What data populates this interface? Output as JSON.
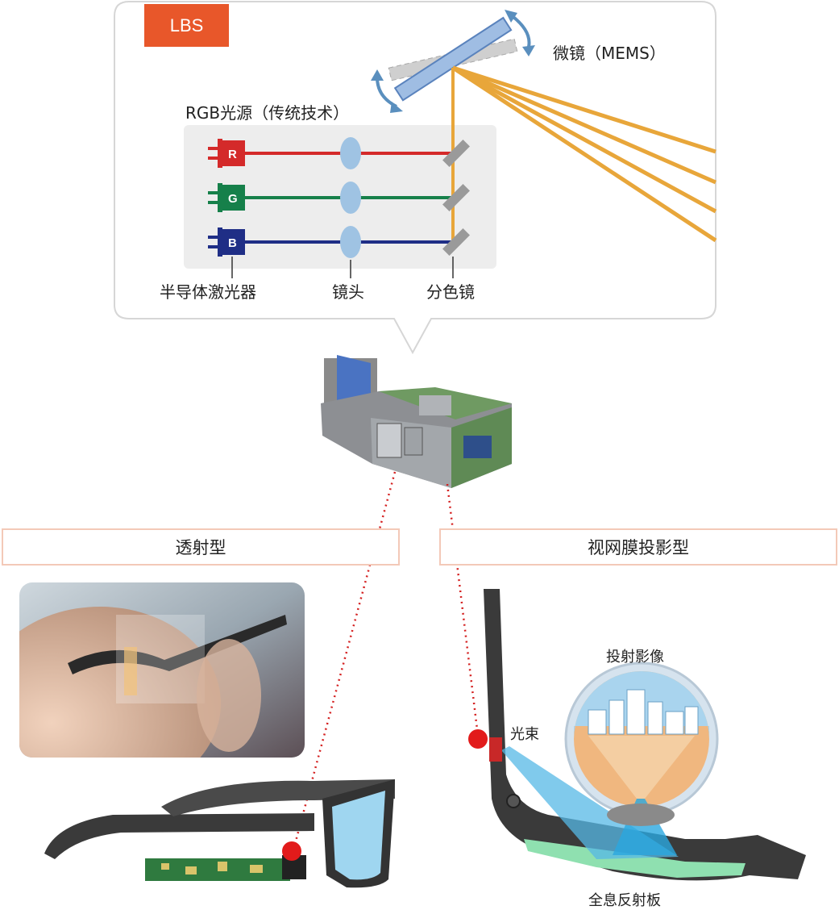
{
  "callout": {
    "badge": "LBS",
    "rgb_source_label": "RGB光源（传统技术）",
    "mems_label": "微镜（MEMS）",
    "lasers": [
      {
        "letter": "R",
        "color": "#d42a2a"
      },
      {
        "letter": "G",
        "color": "#16804a"
      },
      {
        "letter": "B",
        "color": "#1f2e86"
      }
    ],
    "bottom_labels": {
      "laser": "半导体激光器",
      "lens": "镜头",
      "dichroic": "分色镜"
    },
    "beam_color": "#e8a63a",
    "badge_color": "#e8572a"
  },
  "sections": {
    "left": "透射型",
    "right": "视网膜投影型"
  },
  "retina": {
    "projected_image": "投射影像",
    "beam": "光束",
    "hologram": "全息反射板"
  }
}
